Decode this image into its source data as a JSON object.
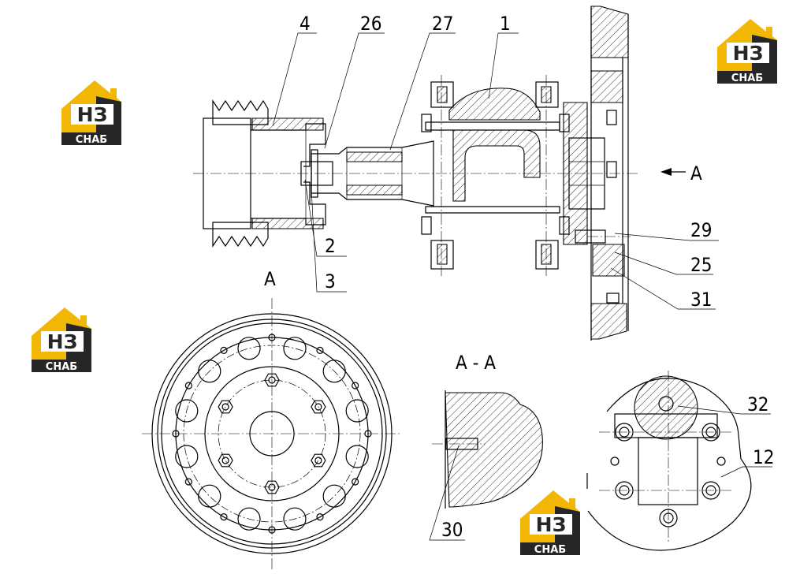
{
  "callouts": {
    "c4": "4",
    "c26": "26",
    "c27": "27",
    "c1": "1",
    "c2": "2",
    "c3": "3",
    "c29": "29",
    "c25": "25",
    "c31": "31",
    "c32": "32",
    "c12": "12",
    "c30": "30"
  },
  "views": {
    "arrow_label": "A",
    "view_a_label": "A",
    "section_label": "A - A"
  },
  "logo": {
    "mark": "НЗ",
    "caption": "СНАБ",
    "colors": {
      "gold": "#f2b705",
      "dark": "#262626",
      "white": "#ffffff"
    }
  },
  "colors": {
    "line": "#000000",
    "background": "#ffffff"
  }
}
